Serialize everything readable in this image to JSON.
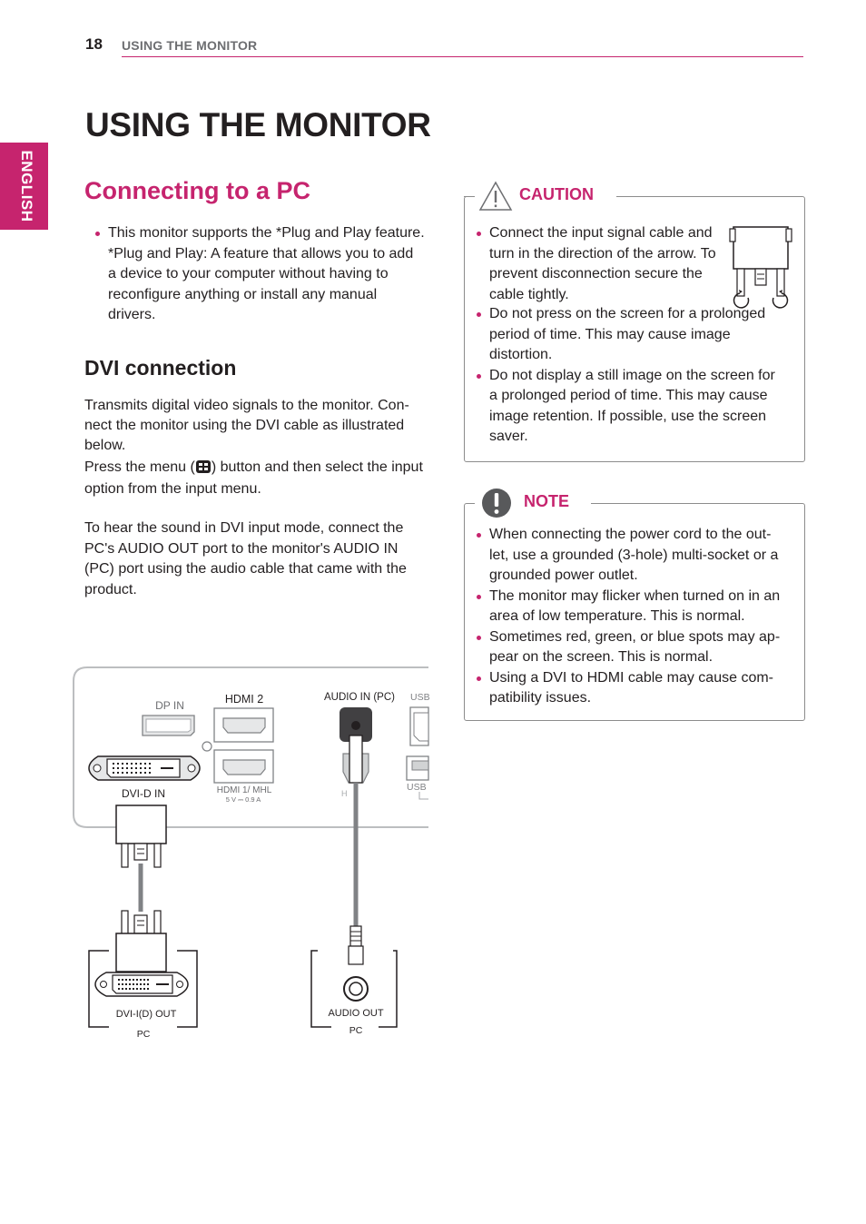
{
  "header": {
    "page_number": "18",
    "running_title": "USING THE MONITOR"
  },
  "side_tab": {
    "language": "ENGLISH"
  },
  "main_title": "USING THE MONITOR",
  "section": {
    "title": "Connecting to a PC",
    "bullet_line1": "This monitor supports the *Plug and Play feature.",
    "bullet_line2": "*Plug and Play: A feature that allows you to add a device to your computer without having to reconfigure anything or install any manual drivers."
  },
  "dvi": {
    "title": "DVI connection",
    "para1": "Transmits digital video signals to the monitor. Con- nect the monitor using the DVI cable as illustrated below.",
    "para2_before": "Press the menu (",
    "para2_after": ") button and then select the input option from the input menu.",
    "para3": "To hear the sound in DVI input mode, connect the PC's AUDIO OUT port to the monitor's AUDIO IN (PC) port using the audio cable that came with the product."
  },
  "caution": {
    "title": "CAUTION",
    "items": [
      "Connect the input signal cable and turn in the direction of the arrow. To prevent disconnection secure the cable tightly.",
      "Do not press on the screen for a prolonged period of time. This may cause image distortion.",
      "Do not display a still image on the screen for a prolonged period of time. This may cause image retention. If possible, use the screen saver."
    ]
  },
  "note": {
    "title": "NOTE",
    "items": [
      "When connecting the power cord to the out- let, use a grounded (3-hole) multi-socket or a grounded power outlet.",
      "The monitor may flicker when turned on in an area of low temperature. This is normal.",
      "Sometimes red, green, or blue spots may ap- pear on the screen. This is normal.",
      "Using a DVI to HDMI cable may cause com- patibility issues."
    ]
  },
  "diagram": {
    "dp_in": "DP IN",
    "hdmi2": "HDMI 2",
    "audio_in": "AUDIO IN (PC)",
    "usb_top": "USB",
    "dvi_d_in": "DVI-D IN",
    "hdmi1_mhl": "HDMI 1/ MHL",
    "hdmi1_power": "5 V ⎓ 0.9 A",
    "usb_bottom": "USB",
    "headphone": "H",
    "dvi_out": "DVI-I(D) OUT",
    "pc_left": "PC",
    "audio_out": "AUDIO OUT",
    "pc_right": "PC"
  },
  "colors": {
    "accent": "#c6246e",
    "text": "#231f20",
    "gray": "#6d6e71"
  }
}
